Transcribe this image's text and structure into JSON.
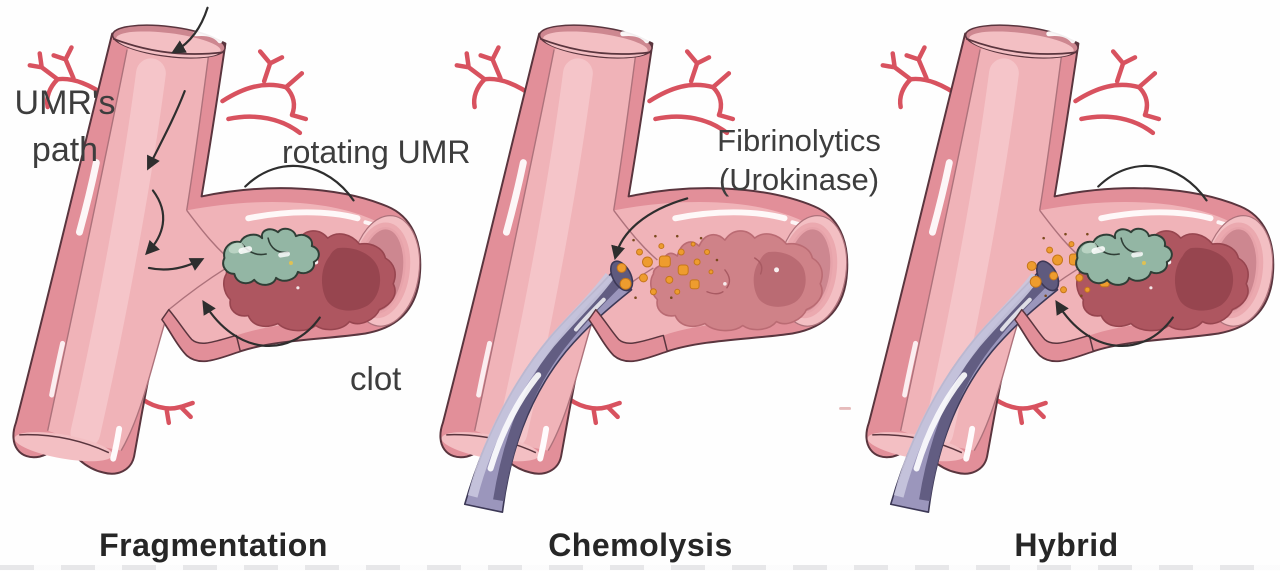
{
  "panels": [
    {
      "id": "fragmentation",
      "caption": "Fragmentation",
      "labels": {
        "umr_path_line1": "UMR's",
        "umr_path_line2": "path",
        "rotating": "rotating UMR",
        "clot": "clot"
      }
    },
    {
      "id": "chemolysis",
      "caption": "Chemolysis",
      "labels": {
        "drug_line1": "Fibrinolytics",
        "drug_line2": "(Urokinase)"
      }
    },
    {
      "id": "hybrid",
      "caption": "Hybrid",
      "labels": {}
    }
  ],
  "colors": {
    "background": "#fefefe",
    "vessel_wall": "#e28f99",
    "vessel_lumen": "#f0b3b8",
    "vessel_lumen_light": "#f6c8cb",
    "vessel_cut_face": "#f3bfc3",
    "vessel_cut_shadow": "#cd8790",
    "vessel_inner_line": "#ad727b",
    "outline": "#5a353e",
    "capillary": "#d8525f",
    "clot_dark": "#ae5660",
    "clot_darker": "#97454f",
    "clot_light": "#cf8288",
    "clot_light_shadow": "#ba6b73",
    "clot_rim": "#eaa6ad",
    "clot_crack": "#a85a62",
    "umr_green": "#93b6a4",
    "umr_green_light": "#c6dccd",
    "umr_outline": "#2f3e36",
    "catheter_body": "#9b96bc",
    "catheter_dark": "#5f5a7e",
    "catheter_light": "#c9c6de",
    "catheter_outline": "#3c3856",
    "drug_orange": "#ee9c2e",
    "drug_orange_dark": "#c5761b",
    "drug_speck": "#7b4a1e",
    "arrow": "#2e2e2e",
    "label_text": "#3d3d3d",
    "caption_text": "#262626"
  }
}
